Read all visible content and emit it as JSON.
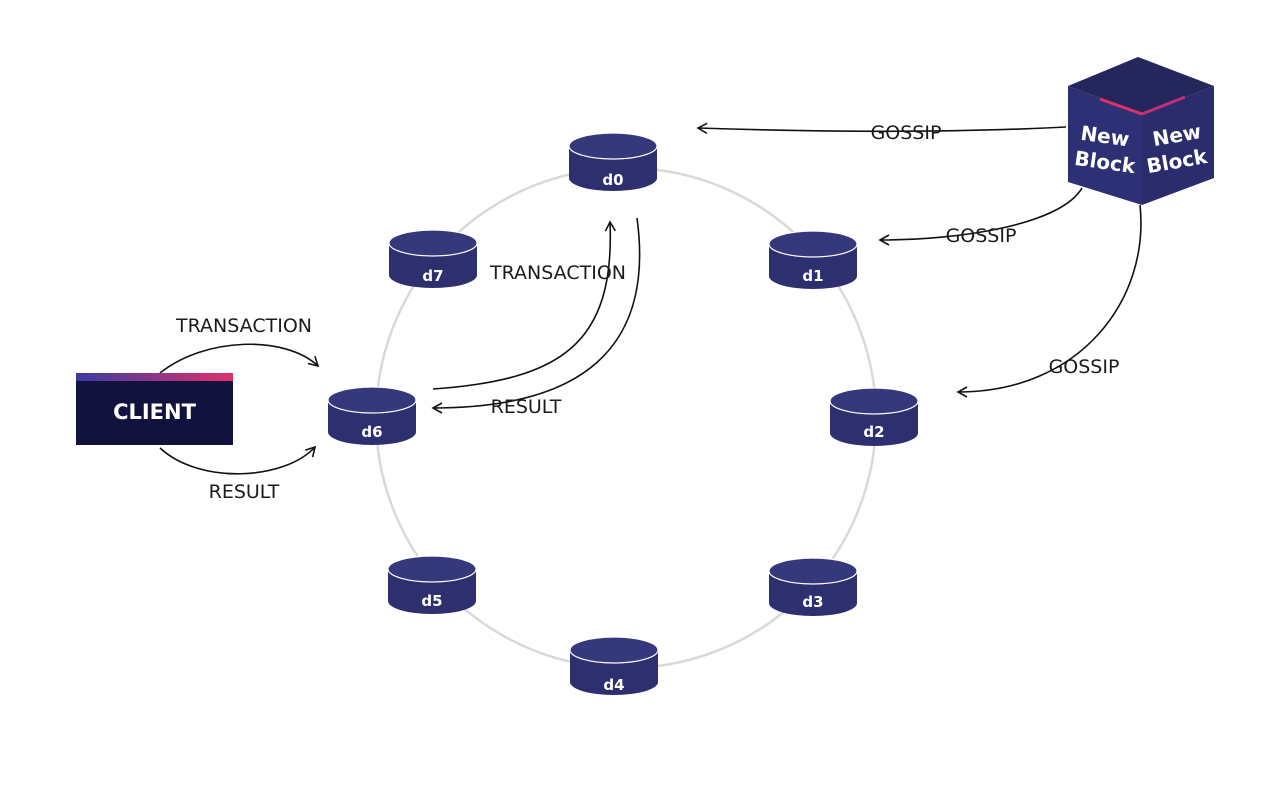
{
  "nodes": {
    "d0": "d0",
    "d1": "d1",
    "d2": "d2",
    "d3": "d3",
    "d4": "d4",
    "d5": "d5",
    "d6": "d6",
    "d7": "d7"
  },
  "client": {
    "label": "CLIENT"
  },
  "new_block": {
    "front_lines": [
      "New",
      "Block"
    ],
    "side_lines": [
      "New",
      "Block"
    ]
  },
  "labels": {
    "gossip_d0": "GOSSIP",
    "gossip_d1": "GOSSIP",
    "gossip_d2": "GOSSIP",
    "transaction_client": "TRANSACTION",
    "result_client": "RESULT",
    "transaction_d6_d0": "TRANSACTION",
    "result_d0_d6": "RESULT"
  },
  "colors": {
    "node_fill": "#2d2f6e",
    "node_top": "#35387a",
    "client_fill": "#12123f",
    "accent_start": "#3a3ca0",
    "accent_end": "#e0306a",
    "ring": "#d9d9d9"
  }
}
